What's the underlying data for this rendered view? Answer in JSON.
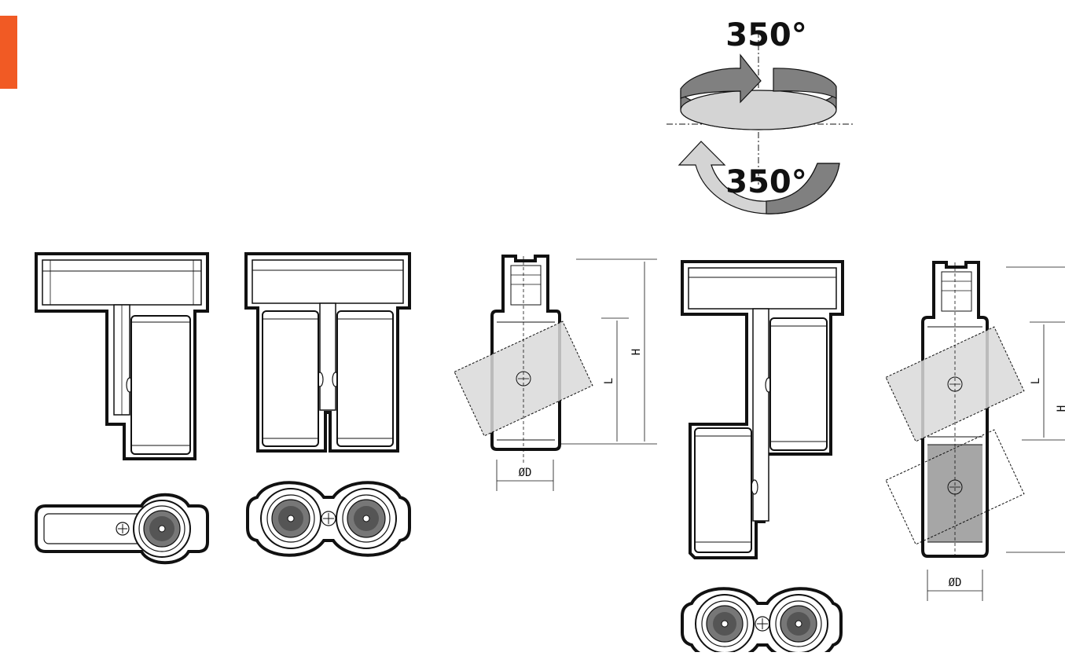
{
  "colors": {
    "accent": "#f15a24",
    "outline": "#111111",
    "tilt_fill": "#d9d9d9",
    "dark_fill": "#a6a6a6",
    "arrow_dark": "#808080",
    "arrow_light": "#d4d4d4"
  },
  "rotation": {
    "horizontal_label": "350°",
    "vertical_label": "350°"
  },
  "dimensions": {
    "height_label": "H",
    "length_label": "L",
    "diameter_label": "ØD"
  }
}
